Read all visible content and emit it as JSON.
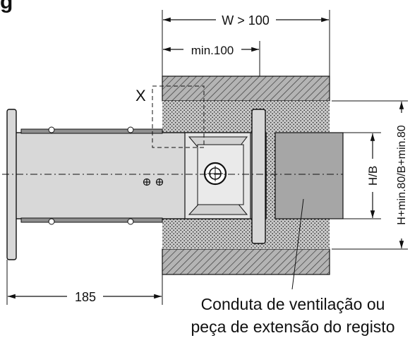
{
  "figure": {
    "title_fragment": "g"
  },
  "dimensions": {
    "wall_width": "W > 100",
    "min_offset": "min.100",
    "left_length": "185",
    "height_label": "H/B",
    "outer_height": "H+min.80/B+min.80"
  },
  "labels": {
    "detail_marker": "X"
  },
  "caption": {
    "line1": "Conduta de ventilação ou",
    "line2": "peça de extensão do registo"
  }
}
